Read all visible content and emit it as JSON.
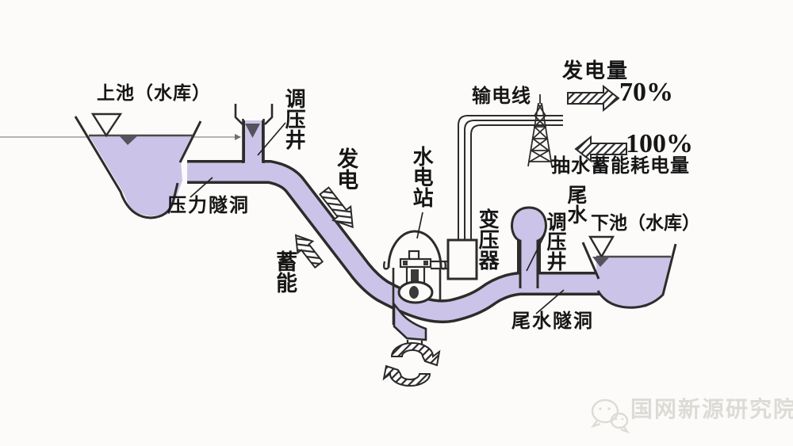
{
  "diagram": {
    "upper_reservoir_label": "上池（水库）",
    "surge_tank_label": "调压井",
    "pressure_tunnel_label": "压力隧洞",
    "generate_label": "发电",
    "store_label": "蓄能",
    "power_station_label": "水电站",
    "transformer_label": "变压器",
    "transmission_line_label": "输电线",
    "tail_water_label": "尾水",
    "tail_surge_tank_label": "调压井",
    "lower_reservoir_label": "下池（水库）",
    "tailrace_tunnel_label": "尾水隧洞"
  },
  "energy": {
    "generation_label": "发电量",
    "generation_value": "70%",
    "consumption_value": "100%",
    "consumption_label": "抽水蓄能耗电量"
  },
  "watermark": {
    "name": "国网新源研究院"
  },
  "colors": {
    "water": "#cbc4e8",
    "outline": "#2e2c2a",
    "background": "#fcfbf9",
    "watermark": "#dcdbd6"
  }
}
